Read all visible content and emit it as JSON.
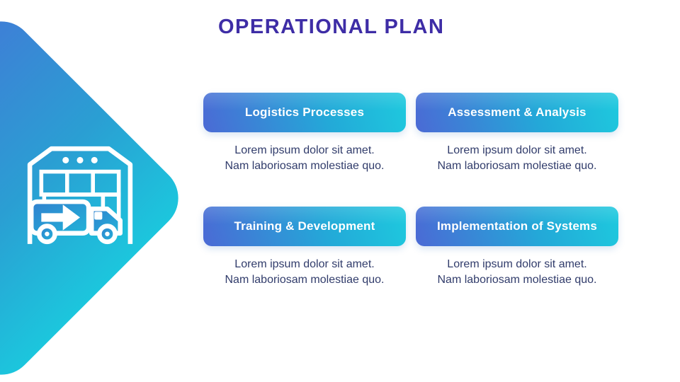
{
  "slide": {
    "title": "OPERATIONAL PLAN",
    "items": [
      {
        "label": "Logistics Processes",
        "line1": "Lorem ipsum dolor sit amet.",
        "line2": "Nam laboriosam molestiae quo."
      },
      {
        "label": "Assessment & Analysis",
        "line1": "Lorem ipsum dolor sit amet.",
        "line2": "Nam laboriosam molestiae quo."
      },
      {
        "label": "Training & Development",
        "line1": "Lorem ipsum dolor sit amet.",
        "line2": "Nam laboriosam molestiae quo."
      },
      {
        "label": "Implementation of Systems",
        "line1": "Lorem ipsum dolor sit amet.",
        "line2": "Nam laboriosam molestiae quo."
      }
    ],
    "icon": "warehouse-truck-logistics-icon",
    "colors": {
      "title_text": "#3e2da6",
      "body_text": "#313c6b",
      "pill_text": "#ffffff",
      "pill_gradient_start": "#4b6ad5",
      "pill_gradient_end": "#1ec9de",
      "diamond_gradient_start": "#3f7ed6",
      "diamond_gradient_end": "#1cc6dd"
    }
  }
}
